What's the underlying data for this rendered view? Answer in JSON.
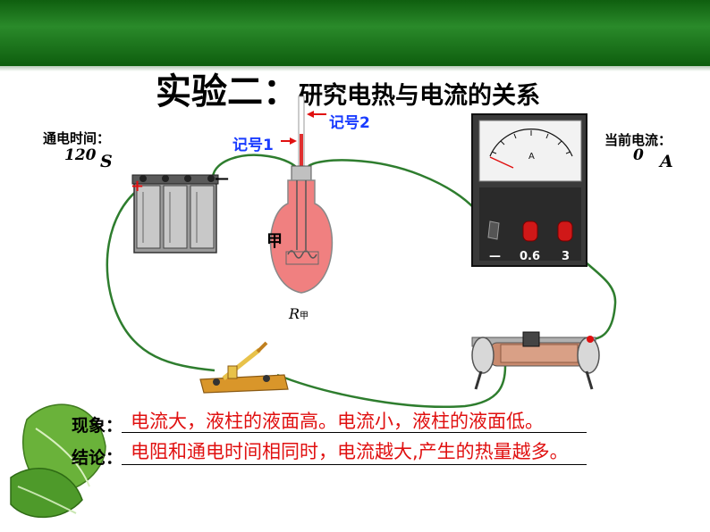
{
  "title": {
    "main": "实验二：",
    "sub": "研究电热与电流的关系"
  },
  "labels": {
    "mark1": "记号1",
    "mark2": "记号2",
    "time_label": "通电时间：",
    "time_value": "120",
    "time_unit": "S",
    "current_label": "当前电流：",
    "current_value": "0",
    "current_unit": "A",
    "flask_label": "甲",
    "resistor_label": "R",
    "resistor_sub": "甲",
    "ammeter_minus": "—",
    "ammeter_06": "0.6",
    "ammeter_3": "3",
    "battery_plus": "+",
    "battery_minus": "—"
  },
  "results": {
    "phenomenon_label": "现象：",
    "phenomenon_text": "电流大，液柱的液面高。电流小，液柱的液面低。",
    "conclusion_label": "结论：",
    "conclusion_text": "电阻和通电时间相同时，电流越大,产生的热量越多。"
  },
  "colors": {
    "header_green": "#1f7a1f",
    "wire_green": "#2e7d2e",
    "result_red": "#e01010",
    "label_blue": "#1a3cff",
    "flask_pink": "#f08080"
  }
}
